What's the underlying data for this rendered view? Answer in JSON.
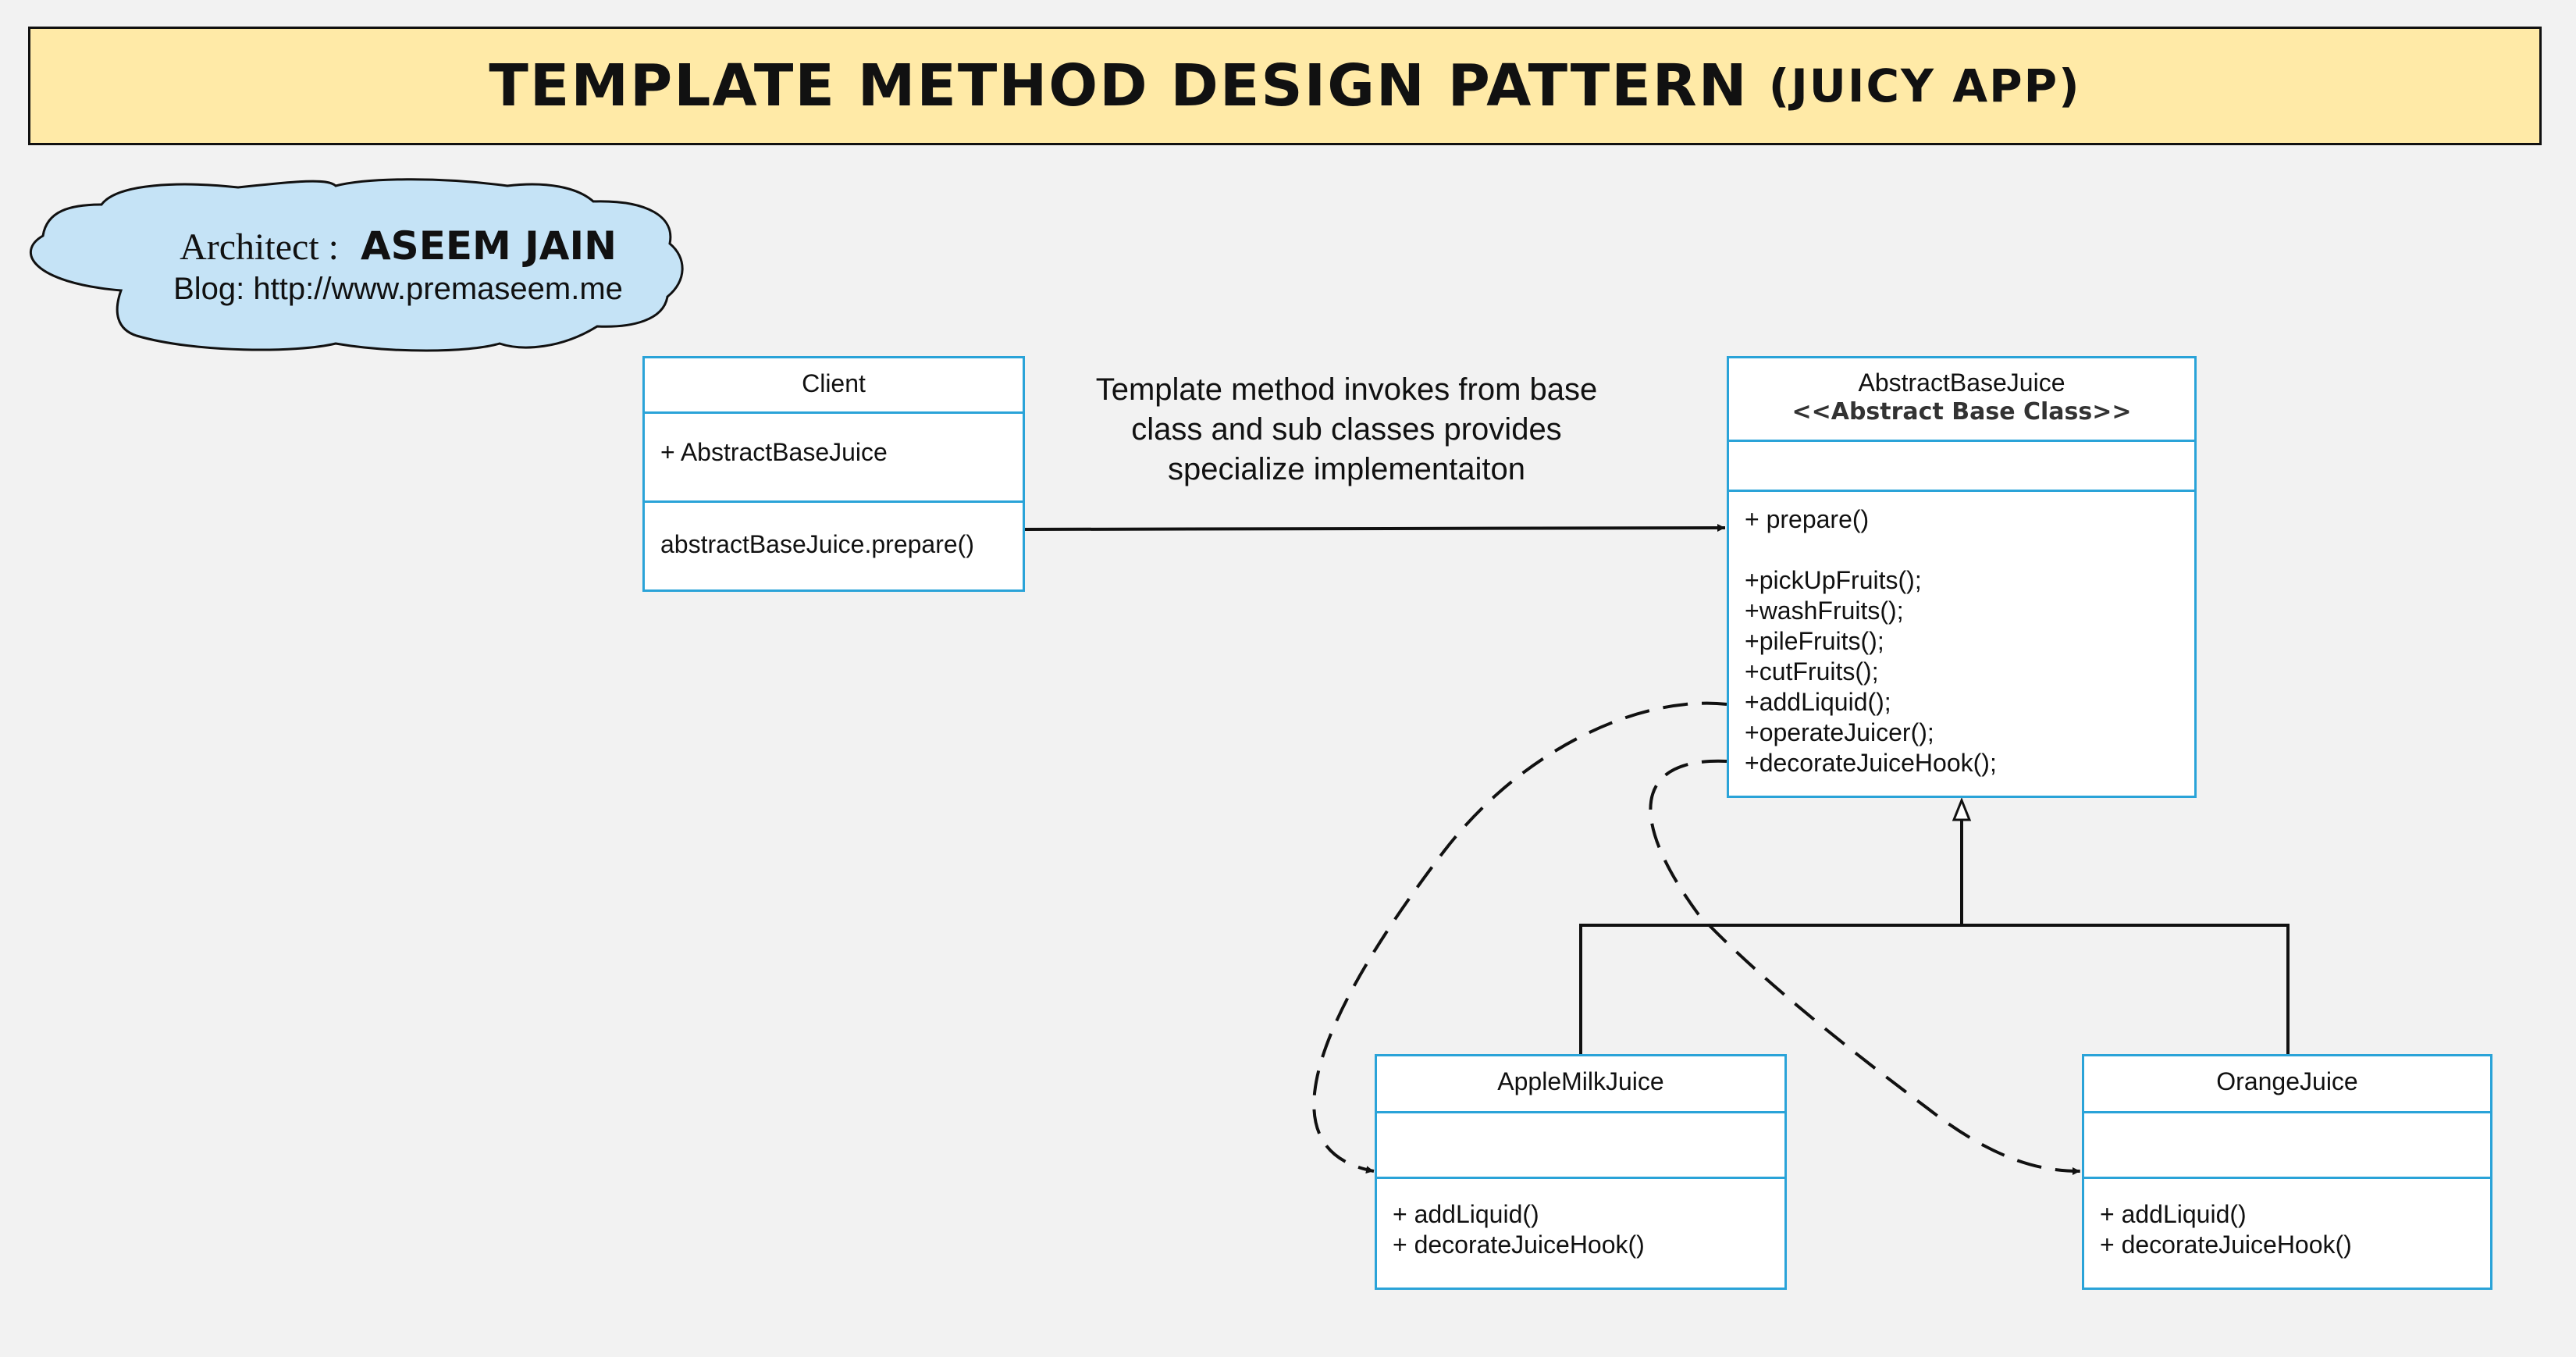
{
  "title": {
    "main": "TEMPLATE METHOD DESIGN PATTERN",
    "sub": "(JUICY APP)"
  },
  "author": {
    "label": "Architect :",
    "name": "ASEEM JAIN",
    "blog": "Blog: http://www.premaseem.me"
  },
  "note": {
    "lines": [
      "Template method invokes from base",
      "class and sub classes provides",
      "specialize implementaiton"
    ]
  },
  "classes": {
    "client": {
      "name": "Client",
      "attributes": [
        "+ AbstractBaseJuice"
      ],
      "methods": [
        "abstractBaseJuice.prepare()"
      ]
    },
    "base": {
      "name": "AbstractBaseJuice",
      "stereotype": "<<Abstract Base Class>>",
      "methods": [
        "+ prepare()",
        "",
        "+pickUpFruits();",
        "+washFruits();",
        "+pileFruits();",
        "+cutFruits();",
        "+addLiquid();",
        "+operateJuicer();",
        "+decorateJuiceHook();"
      ]
    },
    "apple": {
      "name": "AppleMilkJuice",
      "methods": [
        "+ addLiquid()",
        "+ decorateJuiceHook()"
      ]
    },
    "orange": {
      "name": "OrangeJuice",
      "methods": [
        "+ addLiquid()",
        "+ decorateJuiceHook()"
      ]
    }
  },
  "colors": {
    "title_bg": "#ffeaa7",
    "cloud_fill": "#c5e3f6",
    "class_border": "#2aa3d8",
    "canvas_bg": "#f2f2f2"
  }
}
